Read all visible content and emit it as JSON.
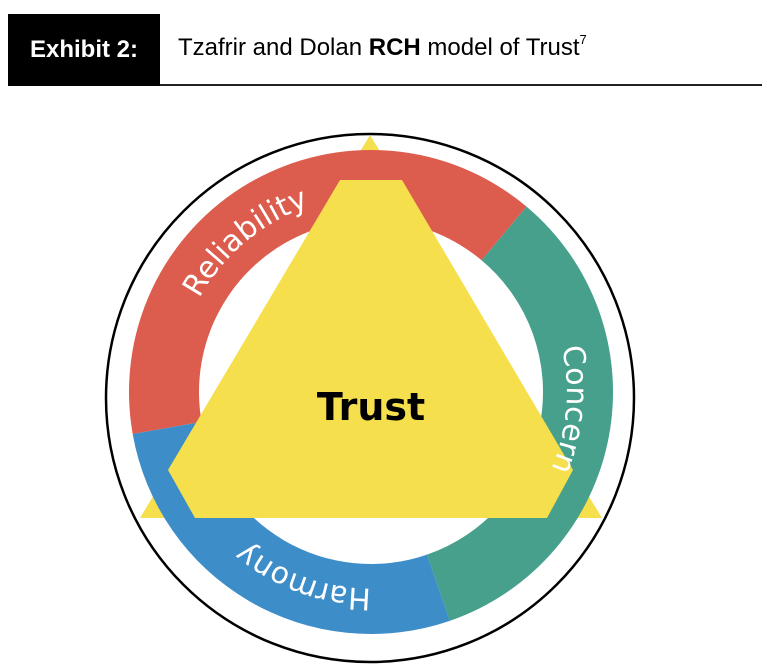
{
  "header": {
    "exhibit_label": "Exhibit 2:",
    "title_part1": "Tzafrir and Dolan ",
    "title_bold": "RCH",
    "title_part2": " model of Trust",
    "footnote": "7"
  },
  "diagram": {
    "center_label": "Trust",
    "segments": [
      {
        "label": "Reliability",
        "color": "#dc5c4d"
      },
      {
        "label": "Concern",
        "color": "#46a08c"
      },
      {
        "label": "Harmony",
        "color": "#3d8dc9"
      }
    ],
    "triangle_color": "#f5df4d"
  }
}
